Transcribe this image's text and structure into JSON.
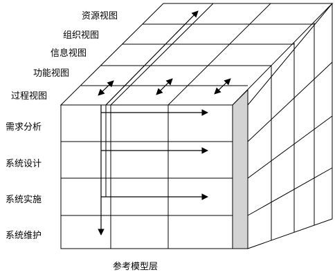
{
  "view_labels": [
    "资源视图",
    "组织视图",
    "信息视图",
    "功能视图",
    "过程视图"
  ],
  "stage_labels": [
    "需求分析",
    "系统设计",
    "系统实施",
    "系统维护"
  ],
  "caption": "参考模型层",
  "colors": {
    "line": "#000000",
    "front_face": "#ffffff",
    "top_face": "#ffffff",
    "right_face_shaded": "#d3d3d3"
  }
}
